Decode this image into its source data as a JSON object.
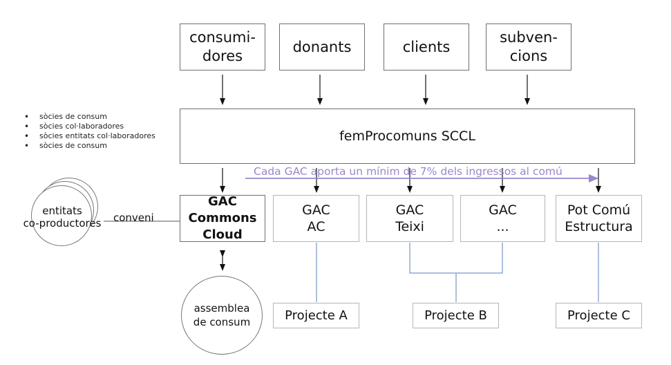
{
  "colors": {
    "box_border_dark": "#6e6e6e",
    "box_border_light": "#b5b5b5",
    "arrow": "#111111",
    "project_link": "#7399c6",
    "note_purple": "#9a86cc"
  },
  "sources": {
    "consumidores": [
      "consumi-",
      "dores"
    ],
    "donants": [
      "donants"
    ],
    "clients": [
      "clients"
    ],
    "subvencions": [
      "subven-",
      "cions"
    ]
  },
  "cooperative": {
    "name": "femProcomuns SCCL"
  },
  "member_types": [
    "sòcies de consum",
    "sòcies col·laboradores",
    "sòcies entitats col·laboradores",
    "sòcies de consum"
  ],
  "contribution_note": "Cada GAC aporta un mínim de 7% dels ingressos al comú",
  "gacs": {
    "commons_cloud": [
      "GAC",
      "Commons",
      "Cloud"
    ],
    "ac": [
      "GAC",
      "AC"
    ],
    "teixi": [
      "GAC",
      "Teixi"
    ],
    "etc": [
      "GAC",
      "..."
    ],
    "pot_comu": [
      "Pot Comú",
      "Estructura"
    ]
  },
  "partners": {
    "label": [
      "entitats",
      "co-productores"
    ],
    "link_label": "conveni"
  },
  "assembly": [
    "assemblea",
    "de consum"
  ],
  "projects": {
    "a": "Projecte A",
    "b": "Projecte B",
    "c": "Projecte C"
  }
}
